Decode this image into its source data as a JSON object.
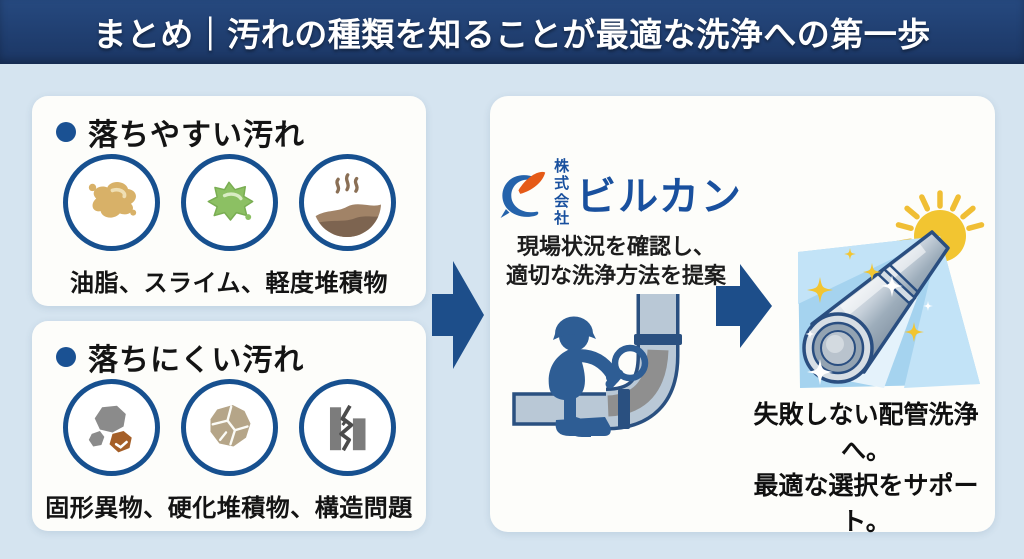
{
  "header": {
    "title": "まとめ｜汚れの種類を知ることが最適な洗浄への第一歩"
  },
  "easy_card": {
    "title": "落ちやすい汚れ",
    "caption": "油脂、スライム、軽度堆積物",
    "icons": [
      "oil-stain-icon",
      "slime-icon",
      "odor-sediment-icon"
    ]
  },
  "hard_card": {
    "title": "落ちにくい汚れ",
    "caption": "固形異物、硬化堆積物、構造問題",
    "icons": [
      "solid-debris-icon",
      "hardened-deposit-icon",
      "structural-crack-icon"
    ]
  },
  "company": {
    "prefix": "株式会社",
    "name": "ビルカン"
  },
  "proposal": {
    "line1": "現場状況を確認し、",
    "line2": "適切な洗浄方法を提案"
  },
  "result": {
    "line1": "失敗しない配管洗浄へ。",
    "line2": "最適な選択をサポート。"
  },
  "flow_icons": [
    "right-block-arrow-icon",
    "right-block-arrow-icon"
  ],
  "illustrations": [
    "inspection-worker-illustration",
    "clean-pipe-sun-illustration",
    "company-logo-mark"
  ],
  "colors": {
    "header_bg": "#1d3a6b",
    "background": "#d5e4f0",
    "card_bg": "#fdfdfa",
    "accent_blue": "#1d4e8a",
    "circle_border": "#17508f",
    "bullet_blue": "#1a5193",
    "logo_blue": "#19509e",
    "logo_orange": "#e55a17",
    "sun_yellow": "#f2c531"
  }
}
